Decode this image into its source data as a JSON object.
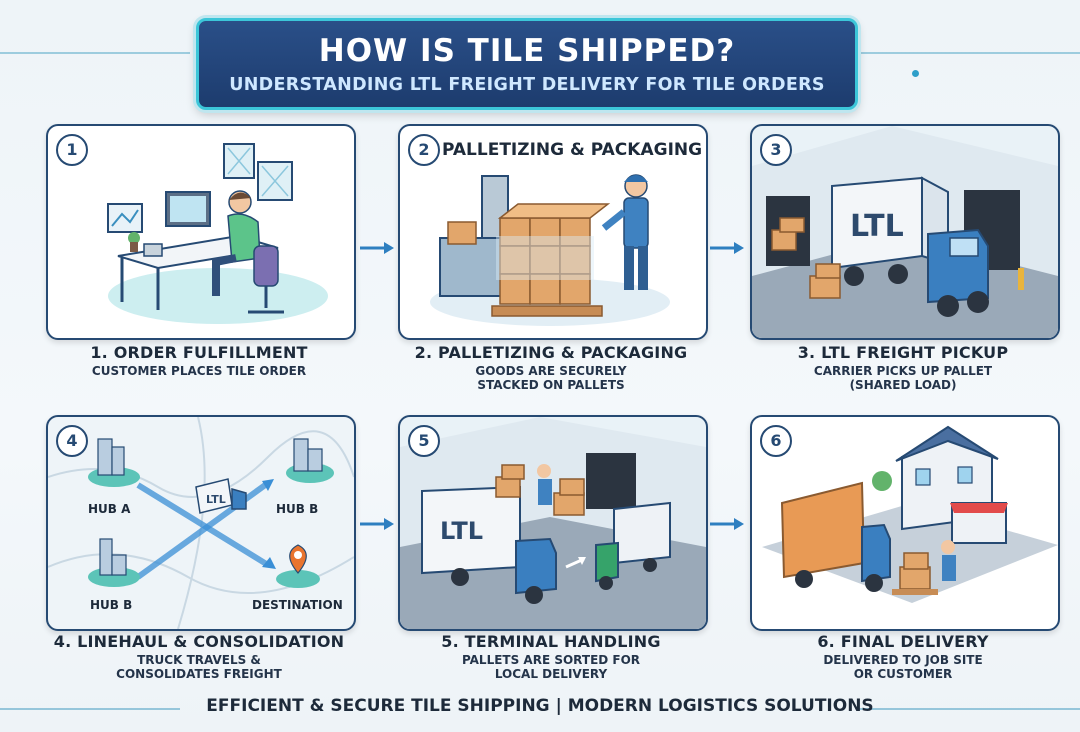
{
  "header": {
    "title": "HOW IS TILE SHIPPED?",
    "subtitle": "UNDERSTANDING LTL FREIGHT DELIVERY FOR TILE ORDERS"
  },
  "steps": [
    {
      "number": "1",
      "inner_title": "",
      "title": "1. ORDER FULFILLMENT",
      "description": "CUSTOMER PLACES TILE ORDER"
    },
    {
      "number": "2",
      "inner_title": "PALLETIZING & PACKAGING",
      "title": "2. PALLETIZING & PACKAGING",
      "description": "GOODS ARE SECURELY\nSTACKED ON PALLETS"
    },
    {
      "number": "3",
      "inner_title": "",
      "title": "3. LTL FREIGHT PICKUP",
      "description": "CARRIER PICKS UP PALLET\n(SHARED LOAD)"
    },
    {
      "number": "4",
      "inner_title": "",
      "title": "4. LINEHAUL & CONSOLIDATION",
      "description": "TRUCK TRAVELS &\nCONSOLIDATES FREIGHT"
    },
    {
      "number": "5",
      "inner_title": "",
      "title": "5. TERMINAL HANDLING",
      "description": "PALLETS ARE SORTED FOR\nLOCAL DELIVERY"
    },
    {
      "number": "6",
      "inner_title": "",
      "title": "6. FINAL DELIVERY",
      "description": "DELIVERED TO JOB SITE\nOR CUSTOMER"
    }
  ],
  "map": {
    "hub_a": "HUB A",
    "hub_b_top": "HUB B",
    "hub_b_bottom": "HUB B",
    "destination": "DESTINATION"
  },
  "truck_labels": {
    "step3": "LTL",
    "step4": "LTL",
    "step5": "LTL"
  },
  "footer": {
    "left": "EFFICIENT & SECURE TILE SHIPPING",
    "separator": "|",
    "right": "MODERN LOGISTICS SOLUTIONS"
  },
  "colors": {
    "navy": "#264a73",
    "accent_cyan": "#3cc6d9",
    "arrow_blue": "#2e7fc0",
    "box_tan": "#e2a66b"
  }
}
